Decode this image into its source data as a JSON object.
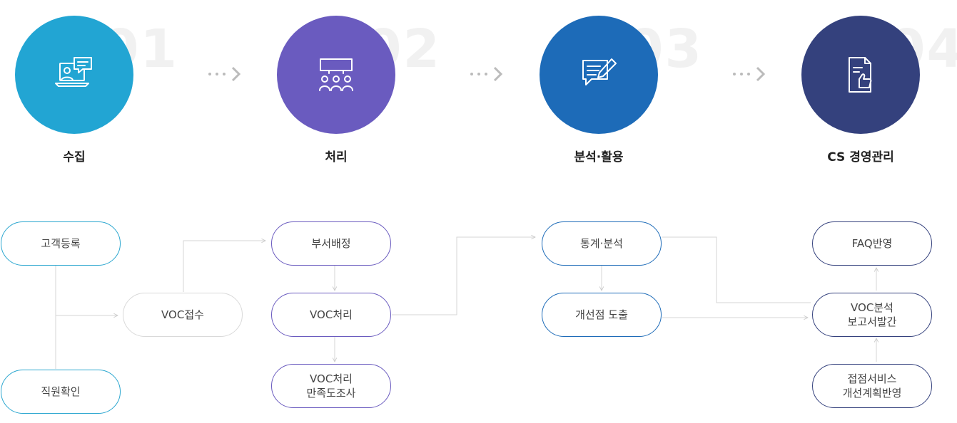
{
  "steps": [
    {
      "num": "01",
      "title": "수집",
      "color": "#22a5d3",
      "icon": "online-consult-icon"
    },
    {
      "num": "02",
      "title": "처리",
      "color": "#6a5bbf",
      "icon": "group-meeting-icon"
    },
    {
      "num": "03",
      "title": "분석·활용",
      "color": "#1d6bb8",
      "icon": "message-edit-icon"
    },
    {
      "num": "04",
      "title": "CS 경영관리",
      "color": "#34417d",
      "icon": "document-thumbs-up-icon"
    }
  ],
  "nodes": {
    "customer_register": "고객등록",
    "employee_confirm": "직원확인",
    "voc_receipt": "VOC접수",
    "dept_assign": "부서배정",
    "voc_process": "VOC처리",
    "voc_survey": "VOC처리\n만족도조사",
    "stats_analysis": "통계·분석",
    "improvement_derive": "개선점 도출",
    "faq_reflect": "FAQ반영",
    "voc_report": "VOC분석\n보고서발간",
    "contact_service_plan": "접점서비스\n개선계획반영"
  },
  "colors": {
    "step1_border": "#2aa6cf",
    "step2_border": "#6a5bbf",
    "step3_border": "#1d6bb8",
    "step4_border": "#34417d",
    "neutral_border": "#d9d9d9",
    "connector": "#d0d0d0",
    "arrow_dots": "#bbbbbb"
  }
}
